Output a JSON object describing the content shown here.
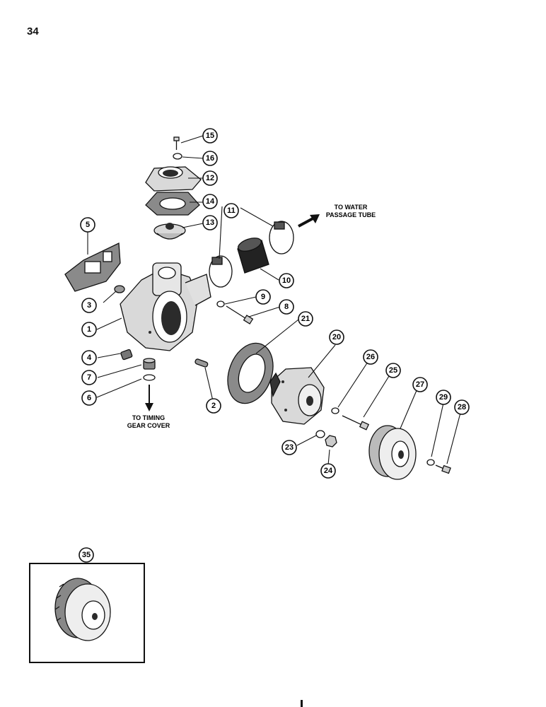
{
  "page": {
    "number": "34"
  },
  "callouts": [
    "1",
    "2",
    "3",
    "4",
    "5",
    "6",
    "7",
    "8",
    "9",
    "10",
    "11",
    "12",
    "13",
    "14",
    "15",
    "16",
    "20",
    "21",
    "23",
    "24",
    "25",
    "26",
    "27",
    "28",
    "29",
    "35"
  ],
  "destinations": {
    "water_line1": "TO WATER",
    "water_line2": "PASSAGE TUBE",
    "timing_line1": "TO TIMING",
    "timing_line2": "GEAR COVER"
  },
  "colors": {
    "ink": "#111111",
    "background": "#ffffff",
    "gasket": "#8a8a8a",
    "shade": "#d9d9d9"
  },
  "icons": [
    "arrow-icon"
  ]
}
